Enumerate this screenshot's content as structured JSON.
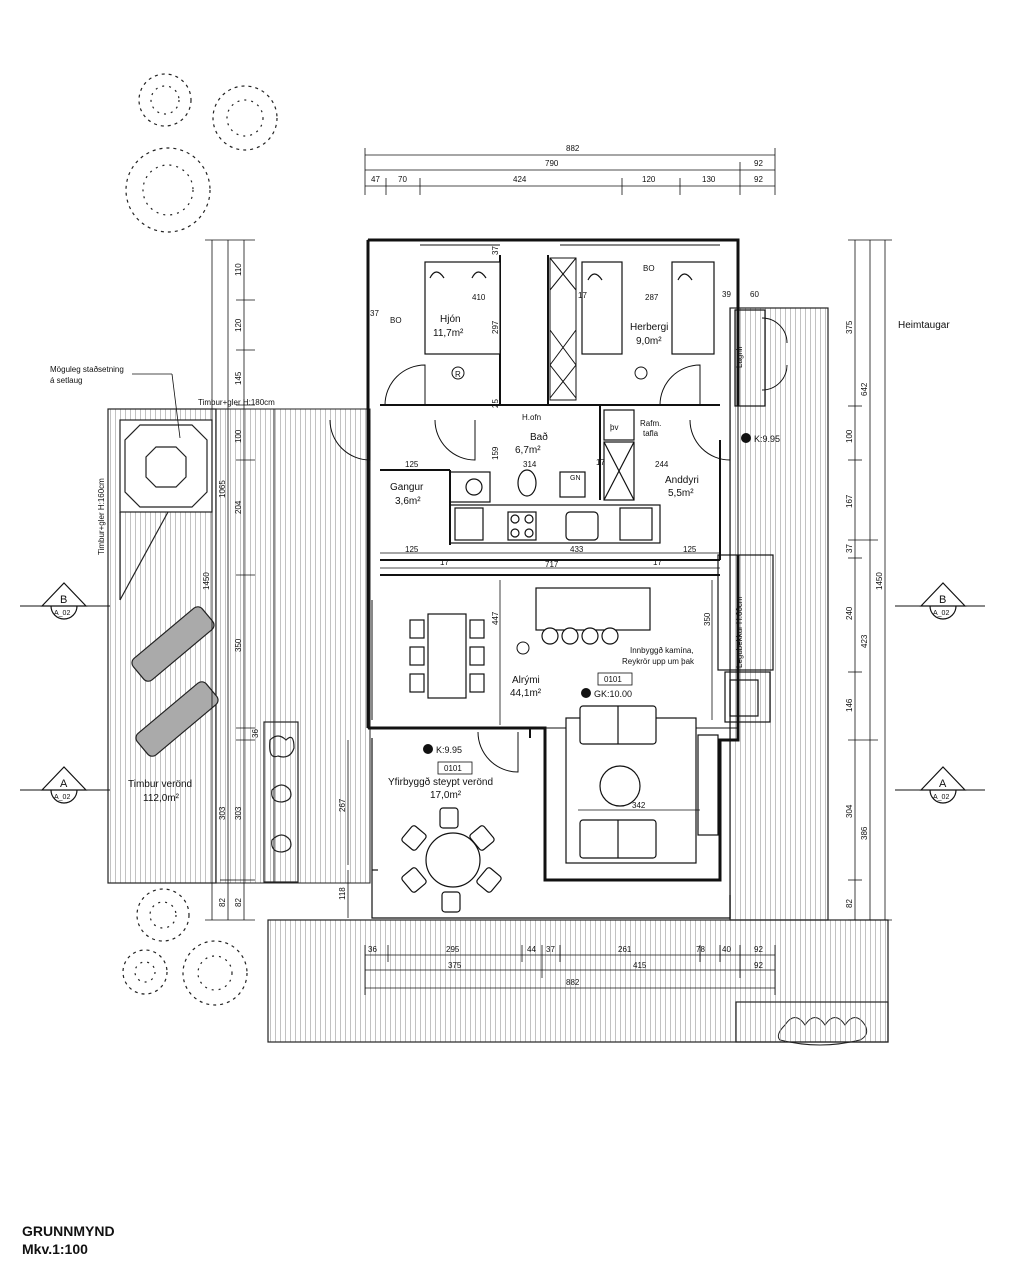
{
  "drawing": {
    "title": "GRUNNMYND",
    "scale": "Mkv.1:100"
  },
  "rooms": {
    "hjon": {
      "name": "Hjón",
      "area": "11,7m²"
    },
    "herbergi": {
      "name": "Herbergi",
      "area": "9,0m²"
    },
    "bad": {
      "name": "Bað",
      "area": "6,7m²"
    },
    "gangur": {
      "name": "Gangur",
      "area": "3,6m²"
    },
    "anddyri": {
      "name": "Anddyri",
      "area": "5,5m²"
    },
    "alrymi": {
      "name": "Alrými",
      "area": "44,1m²"
    },
    "verond": {
      "name": "Yfirbyggð steypt verönd",
      "area": "17,0m²"
    },
    "timbur": {
      "name": "Timbur verönd",
      "area": "112,0m²"
    }
  },
  "labels": {
    "hofn": "H.ofn",
    "rafm1": "Rafm.",
    "rafm2": "tafla",
    "bv": "þv",
    "lagnir": "Lagnir",
    "heimtaugar": "Heimtaugar",
    "bo1": "BO",
    "bo2": "BO",
    "timbur_gler_top": "Timbur+gler H:180cm",
    "timbur_gler_side": "Timbur+gler H:160cm",
    "mogul1": "Möguleg staðsetning",
    "mogul2": "á setlaug",
    "kamina1": "Innbyggð kamína,",
    "kamina2": "Reykrör upp um þak",
    "legubekkur": "Legubekkur H:60cm",
    "k1": "K:9.95",
    "k2": "K:9.95",
    "gk": "GK:10.00",
    "room_tag1": "0101",
    "room_tag2": "0101",
    "gn": "GN",
    "r_symbol": "R"
  },
  "sections": {
    "b_left": {
      "letter": "B",
      "ref": "A_02"
    },
    "b_right": {
      "letter": "B",
      "ref": "A_02"
    },
    "a_left": {
      "letter": "A",
      "ref": "A_02"
    },
    "a_right": {
      "letter": "A",
      "ref": "A_02"
    }
  },
  "dims": {
    "top_total": "882",
    "top_790": "790",
    "top_92a": "92",
    "top_47": "47",
    "top_70": "70",
    "top_424": "424",
    "top_120": "120",
    "top_130": "130",
    "top_92b": "92",
    "bot_36": "36",
    "bot_295": "295",
    "bot_44": "44",
    "bot_37": "37",
    "bot_261": "261",
    "bot_78": "78",
    "bot_40": "40",
    "bot_92a": "92",
    "bot_375": "375",
    "bot_415": "415",
    "bot_92b": "92",
    "bot_total": "882",
    "left_110": "110",
    "left_120": "120",
    "left_145": "145",
    "left_100": "100",
    "left_204": "204",
    "left_1065": "1065",
    "left_1450": "1450",
    "left_350": "350",
    "left_36": "36",
    "left_303a": "303",
    "left_303b": "303",
    "left_82a": "82",
    "left_82b": "82",
    "right_375": "375",
    "right_642": "642",
    "right_100": "100",
    "right_167": "167",
    "right_37": "37",
    "right_240": "240",
    "right_423": "423",
    "right_1450": "1450",
    "right_146": "146",
    "right_304": "304",
    "right_386": "386",
    "right_82": "82",
    "in_37a": "37",
    "in_410": "410",
    "in_297": "297",
    "in_17a": "17",
    "in_287": "287",
    "in_39": "39",
    "in_60": "60",
    "in_37b": "37",
    "in_25": "25",
    "in_125a": "125",
    "in_159": "159",
    "in_314": "314",
    "in_17b": "17",
    "in_244": "244",
    "in_125b": "125",
    "in_433": "433",
    "in_125c": "125",
    "in_17c": "17",
    "in_717": "717",
    "in_17d": "17",
    "in_447": "447",
    "in_350": "350",
    "in_342": "342",
    "in_267": "267",
    "in_118": "118"
  }
}
